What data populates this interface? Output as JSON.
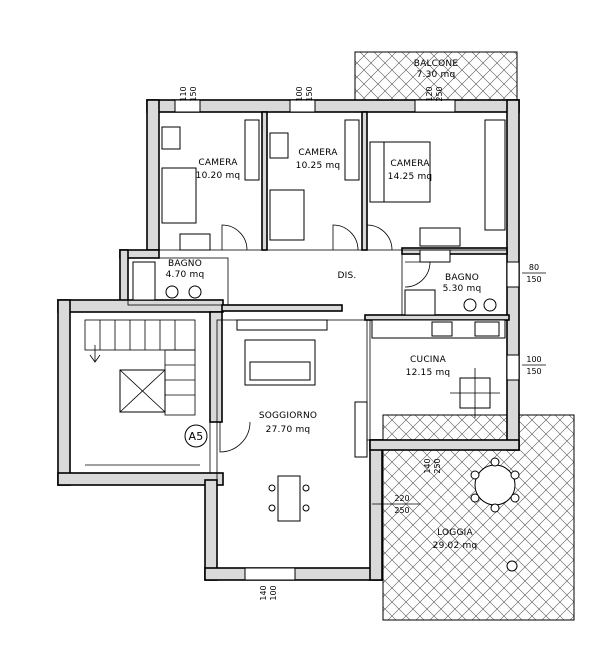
{
  "rooms": {
    "balcone": {
      "name": "BALCONE",
      "area": "7.30 mq"
    },
    "camera1": {
      "name": "CAMERA",
      "area": "10.20 mq"
    },
    "camera2": {
      "name": "CAMERA",
      "area": "10.25 mq"
    },
    "camera3": {
      "name": "CAMERA",
      "area": "14.25 mq"
    },
    "bagno1": {
      "name": "BAGNO",
      "area": "4.70 mq"
    },
    "bagno2": {
      "name": "BAGNO",
      "area": "5.30 mq"
    },
    "dis": {
      "name": "DIS."
    },
    "cucina": {
      "name": "CUCINA",
      "area": "12.15 mq"
    },
    "soggiorno": {
      "name": "SOGGIORNO",
      "area": "27.70 mq"
    },
    "loggia": {
      "name": "LOGGIA",
      "area": "29.02 mq"
    }
  },
  "unit_tag": "A5",
  "dims": {
    "w1": [
      "110",
      "150"
    ],
    "w2": [
      "100",
      "150"
    ],
    "w3": [
      "120",
      "250"
    ],
    "e1": [
      "80",
      "150"
    ],
    "e2": [
      "100",
      "150"
    ],
    "k1": [
      "140",
      "250"
    ],
    "s1": [
      "220",
      "250"
    ],
    "b1": [
      "140",
      "100"
    ]
  }
}
